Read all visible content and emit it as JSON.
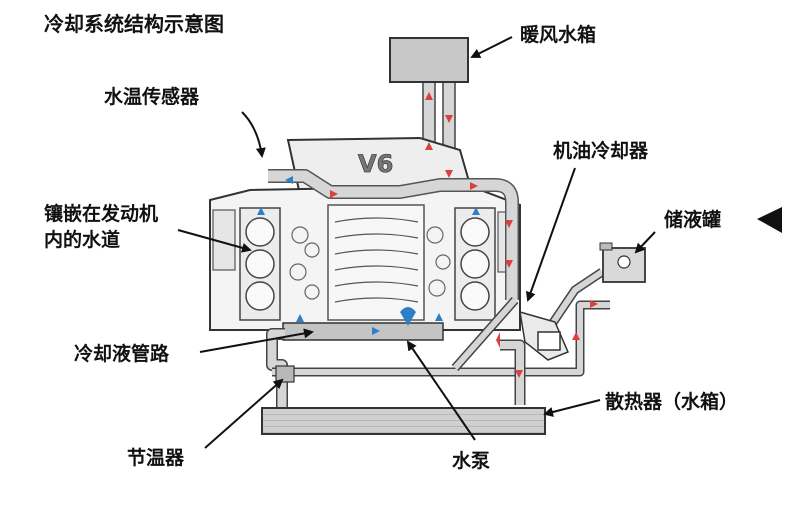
{
  "title": "冷却系统结构示意图",
  "engine_mark": "V6",
  "labels": {
    "heater_core": "暖风水箱",
    "temp_sensor": "水温传感器",
    "water_jacket_line1": "镶嵌在发动机",
    "water_jacket_line2": "内的水道",
    "oil_cooler": "机油冷却器",
    "reservoir": "储液罐",
    "coolant_pipe": "冷却液管路",
    "radiator": "散热器（水箱）",
    "thermostat": "节温器",
    "water_pump": "水泵"
  },
  "colors": {
    "line": "#111111",
    "engine_fill": "#f2f2f2",
    "component_fill": "#cfcfcf",
    "pipe_fill": "#d6d6d6",
    "flow_red": "#d94040",
    "flow_blue": "#2f7fc8"
  }
}
